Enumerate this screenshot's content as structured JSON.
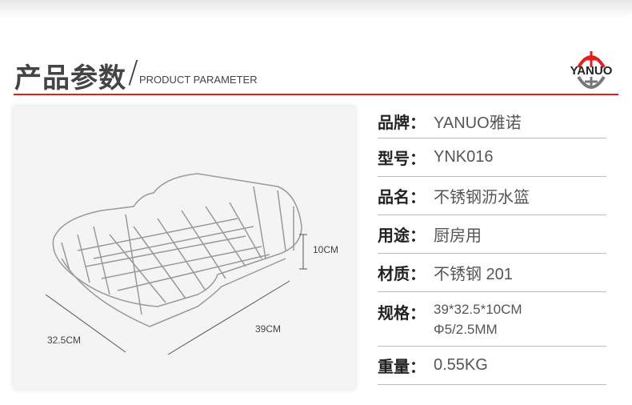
{
  "header": {
    "title": "产品参数",
    "slash": "/",
    "subtitle": "PRODUCT PARAMETER",
    "logo": "YANUO"
  },
  "colors": {
    "accent": "#e02020"
  },
  "image": {
    "dim_height": "10CM",
    "dim_width": "32.5CM",
    "dim_length": "39CM"
  },
  "params": [
    {
      "key": "品牌：",
      "value": "YANUO雅诺"
    },
    {
      "key": "型号：",
      "value": "YNK016"
    },
    {
      "key": "品名：",
      "value": "不锈钢沥水篮"
    },
    {
      "key": "用途：",
      "value": "厨房用"
    },
    {
      "key": "材质：",
      "value": "不锈钢 201"
    },
    {
      "key": "规格：",
      "value": "39*32.5*10CM",
      "value2": "Φ5/2.5MM"
    },
    {
      "key": "重量：",
      "value": "0.55KG"
    }
  ]
}
